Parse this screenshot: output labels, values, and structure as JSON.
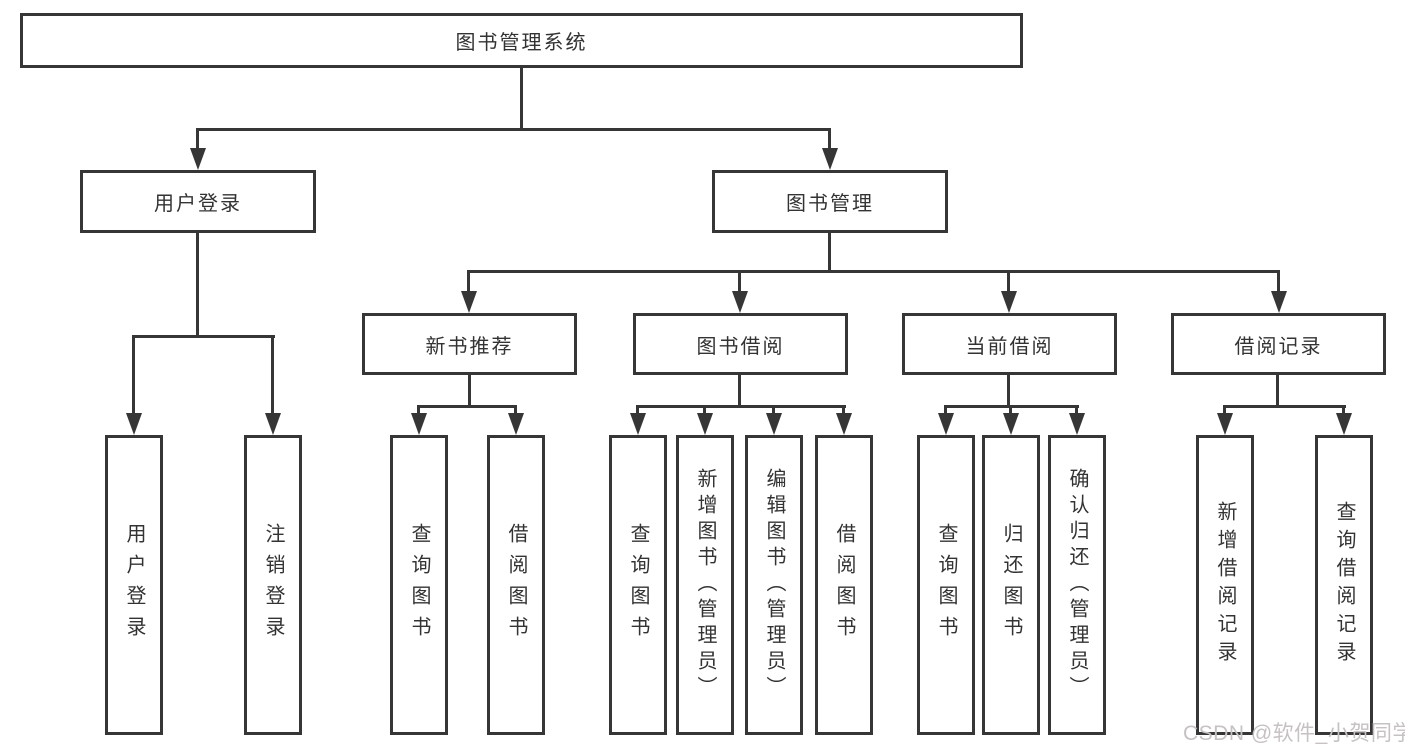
{
  "diagram": {
    "root": {
      "label": "图书管理系统"
    },
    "level2": [
      {
        "label": "用户登录"
      },
      {
        "label": "图书管理"
      }
    ],
    "level3": [
      {
        "label": "新书推荐"
      },
      {
        "label": "图书借阅"
      },
      {
        "label": "当前借阅"
      },
      {
        "label": "借阅记录"
      }
    ],
    "leaves": {
      "user_login": [
        "用户登录",
        "注销登录"
      ],
      "new_books": [
        "查询图书",
        "借阅图书"
      ],
      "book_borrow": [
        "查询图书",
        "新增图书（管理员）",
        "编辑图书（管理员）",
        "借阅图书"
      ],
      "current_borrow": [
        "查询图书",
        "归还图书",
        "确认归还（管理员）"
      ],
      "borrow_records": [
        "新增借阅记录",
        "查询借阅记录"
      ]
    }
  },
  "watermark": "CSDN @软件_小贺同学",
  "colors": {
    "line": "#363636",
    "text": "#333333",
    "watermark_text": "#c7c2c2",
    "background": "#ffffff"
  }
}
